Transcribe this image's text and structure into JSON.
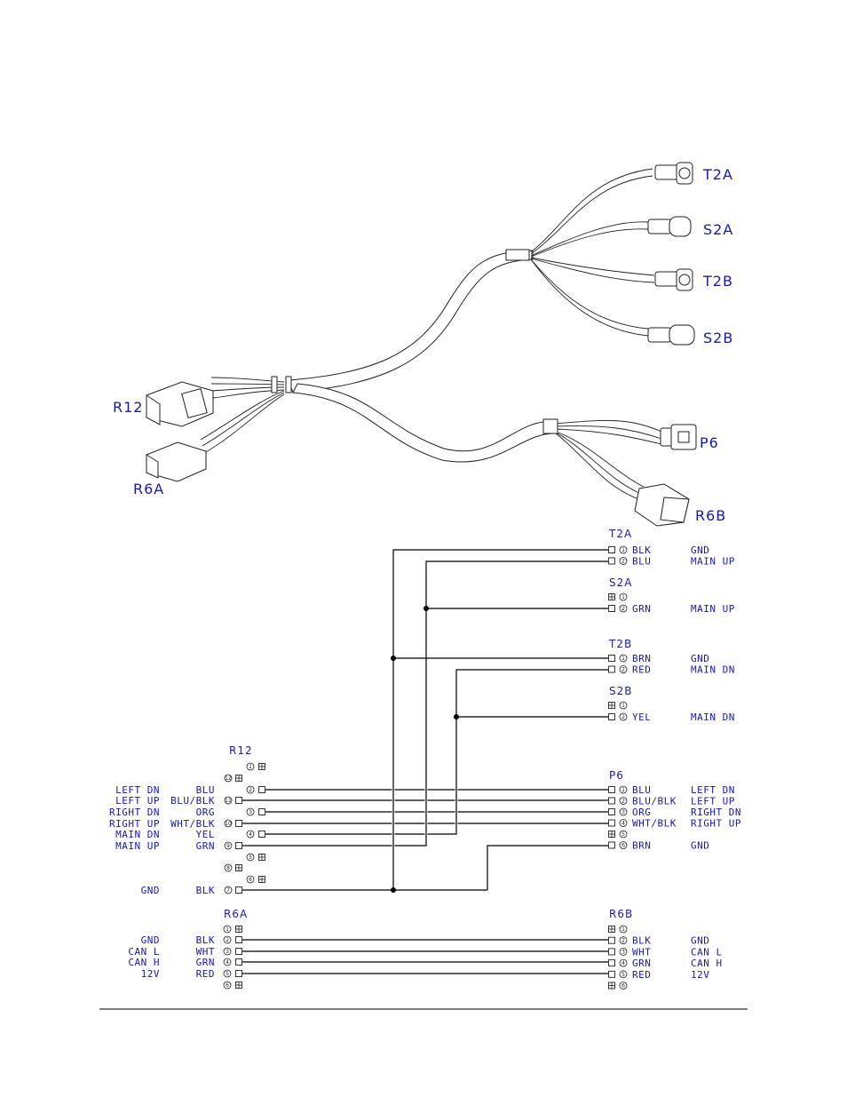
{
  "illustration": {
    "labels": {
      "T2A": "T2A",
      "S2A": "S2A",
      "T2B": "T2B",
      "S2B": "S2B",
      "R12": "R12",
      "R6A": "R6A",
      "P6": "P6",
      "R6B": "R6B"
    }
  },
  "schematic": {
    "T2A": {
      "title": "T2A",
      "pins": [
        {
          "num": "1",
          "color": "BLK",
          "func": "GND"
        },
        {
          "num": "2",
          "color": "BLU",
          "func": "MAIN UP"
        }
      ]
    },
    "S2A": {
      "title": "S2A",
      "pins": [
        {
          "num": "1",
          "color": "",
          "func": ""
        },
        {
          "num": "2",
          "color": "GRN",
          "func": "MAIN UP"
        }
      ]
    },
    "T2B": {
      "title": "T2B",
      "pins": [
        {
          "num": "1",
          "color": "BRN",
          "func": "GND"
        },
        {
          "num": "2",
          "color": "RED",
          "func": "MAIN DN"
        }
      ]
    },
    "S2B": {
      "title": "S2B",
      "pins": [
        {
          "num": "1",
          "color": "",
          "func": ""
        },
        {
          "num": "2",
          "color": "YEL",
          "func": "MAIN DN"
        }
      ]
    },
    "R12": {
      "title": "R12",
      "pins": [
        {
          "num": "1",
          "color": "",
          "func": ""
        },
        {
          "num": "12",
          "color": "",
          "func": ""
        },
        {
          "num": "2",
          "color": "BLU",
          "func": "LEFT DN"
        },
        {
          "num": "11",
          "color": "BLU/BLK",
          "func": "LEFT UP"
        },
        {
          "num": "3",
          "color": "ORG",
          "func": "RIGHT DN"
        },
        {
          "num": "10",
          "color": "WHT/BLK",
          "func": "RIGHT UP"
        },
        {
          "num": "4",
          "color": "YEL",
          "func": "MAIN DN"
        },
        {
          "num": "9",
          "color": "GRN",
          "func": "MAIN UP"
        },
        {
          "num": "5",
          "color": "",
          "func": ""
        },
        {
          "num": "8",
          "color": "",
          "func": ""
        },
        {
          "num": "6",
          "color": "",
          "func": ""
        },
        {
          "num": "7",
          "color": "BLK",
          "func": "GND"
        }
      ]
    },
    "P6": {
      "title": "P6",
      "pins": [
        {
          "num": "1",
          "color": "BLU",
          "func": "LEFT DN"
        },
        {
          "num": "2",
          "color": "BLU/BLK",
          "func": "LEFT UP"
        },
        {
          "num": "3",
          "color": "ORG",
          "func": "RIGHT DN"
        },
        {
          "num": "4",
          "color": "WHT/BLK",
          "func": "RIGHT UP"
        },
        {
          "num": "5",
          "color": "",
          "func": ""
        },
        {
          "num": "6",
          "color": "BRN",
          "func": "GND"
        }
      ]
    },
    "R6A": {
      "title": "R6A",
      "pins": [
        {
          "num": "1",
          "color": "",
          "func": ""
        },
        {
          "num": "2",
          "color": "BLK",
          "func": "GND"
        },
        {
          "num": "3",
          "color": "WHT",
          "func": "CAN L"
        },
        {
          "num": "4",
          "color": "GRN",
          "func": "CAN H"
        },
        {
          "num": "5",
          "color": "RED",
          "func": "12V"
        },
        {
          "num": "6",
          "color": "",
          "func": ""
        }
      ]
    },
    "R6B": {
      "title": "R6B",
      "pins": [
        {
          "num": "1",
          "color": "",
          "func": ""
        },
        {
          "num": "2",
          "color": "BLK",
          "func": "GND"
        },
        {
          "num": "3",
          "color": "WHT",
          "func": "CAN L"
        },
        {
          "num": "4",
          "color": "GRN",
          "func": "CAN H"
        },
        {
          "num": "5",
          "color": "RED",
          "func": "12V"
        },
        {
          "num": "6",
          "color": "",
          "func": ""
        }
      ]
    }
  },
  "colors": {
    "label_blue": "#1a1aa8",
    "line": "#000000"
  }
}
